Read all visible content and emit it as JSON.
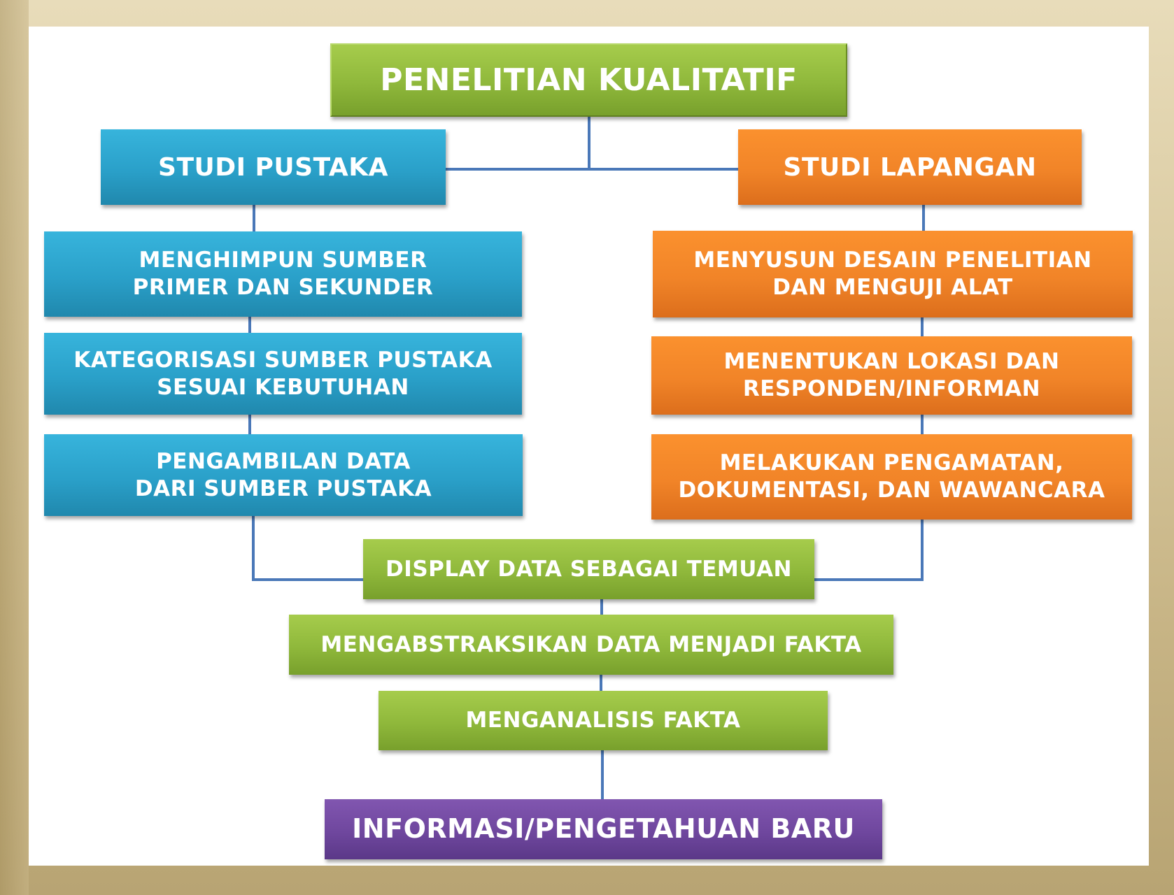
{
  "diagram": {
    "title": "PENELITIAN KUALITATIF",
    "branches": {
      "left": {
        "heading": "STUDI PUSTAKA",
        "steps": [
          {
            "line1": "MENGHIMPUN SUMBER",
            "line2": "PRIMER DAN SEKUNDER"
          },
          {
            "line1": "KATEGORISASI SUMBER PUSTAKA",
            "line2": "SESUAI KEBUTUHAN"
          },
          {
            "line1": "PENGAMBILAN DATA",
            "line2": "DARI SUMBER PUSTAKA"
          }
        ]
      },
      "right": {
        "heading": "STUDI LAPANGAN",
        "steps": [
          {
            "line1": "MENYUSUN DESAIN PENELITIAN",
            "line2": "DAN MENGUJI ALAT"
          },
          {
            "line1": "MENENTUKAN LOKASI DAN",
            "line2": "RESPONDEN/INFORMAN"
          },
          {
            "line1": "MELAKUKAN PENGAMATAN,",
            "line2": "DOKUMENTASI, DAN WAWANCARA"
          }
        ]
      }
    },
    "merged_steps": [
      "DISPLAY DATA SEBAGAI TEMUAN",
      "MENGABSTRAKSIKAN DATA MENJADI FAKTA",
      "MENGANALISIS FAKTA"
    ],
    "result": "INFORMASI/PENGETAHUAN BARU",
    "colors": {
      "green": "#8fb83b",
      "blue": "#2aa0c9",
      "orange": "#f18428",
      "purple": "#6f479e",
      "connector": "#4a78b8",
      "background": "#d9c99f"
    }
  }
}
